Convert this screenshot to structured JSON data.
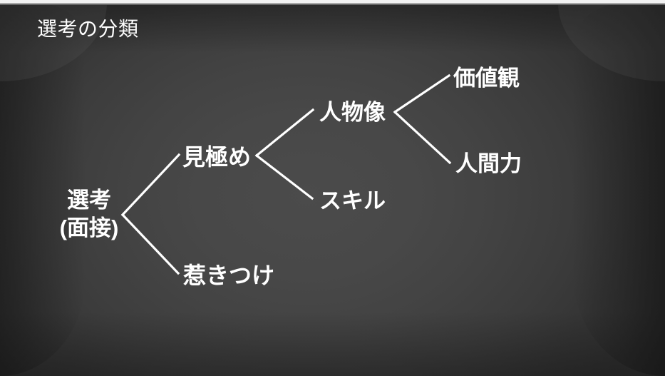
{
  "slide": {
    "title": "選考の分類",
    "background_color": "#3f3f3f",
    "text_color": "#ffffff",
    "connector_color": "#ffffff"
  },
  "diagram": {
    "type": "tree",
    "orientation": "left-to-right",
    "root": {
      "id": "senko",
      "label_line1": "選考",
      "label_line2": "(面接)"
    },
    "level2": [
      {
        "id": "mikiwame",
        "label": "見極め"
      },
      {
        "id": "hikitsuke",
        "label": "惹きつけ"
      }
    ],
    "level3": [
      {
        "id": "jinbutsuzo",
        "label": "人物像"
      },
      {
        "id": "skill",
        "label": "スキル"
      }
    ],
    "level4": [
      {
        "id": "kachikan",
        "label": "価値観"
      },
      {
        "id": "ningenryoku",
        "label": "人間力"
      }
    ]
  }
}
